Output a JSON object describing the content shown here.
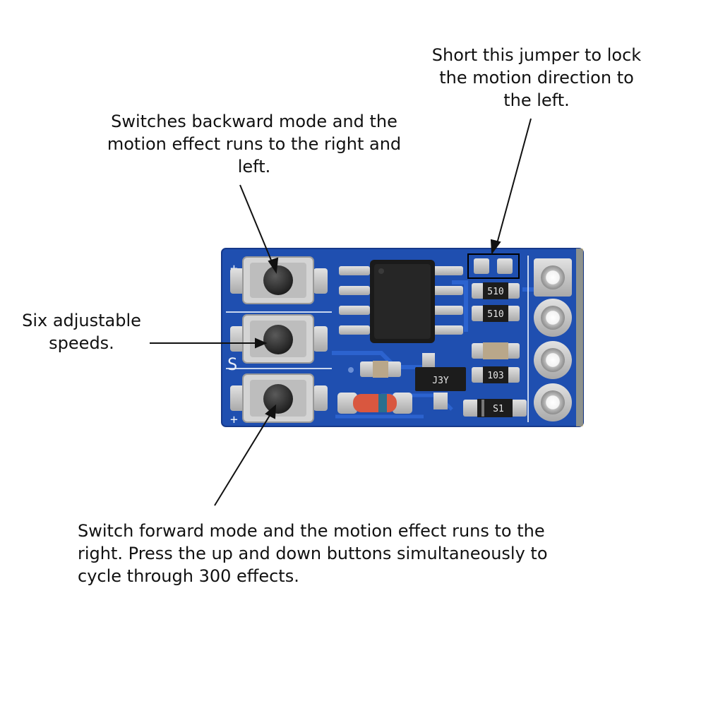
{
  "annotations": {
    "jumper": {
      "lines": [
        "Short this jumper to lock",
        "the motion direction to",
        "the left."
      ]
    },
    "backward": {
      "lines": [
        "Switches backward mode and the",
        "motion effect runs to the right and",
        "left."
      ]
    },
    "speeds": {
      "lines": [
        "Six adjustable",
        "speeds."
      ]
    },
    "forward": {
      "lines": [
        "Switch forward mode and the motion effect runs to the",
        "right. Press the up and down buttons simultaneously to",
        "cycle through 300 effects."
      ]
    }
  },
  "board": {
    "resistor_1": "510",
    "resistor_2": "510",
    "resistor_3": "103",
    "transistor": "J3Y",
    "diode": "S1",
    "silk_s": "S",
    "colors": {
      "pcb": "#1f4fb0",
      "ink": "#111111",
      "pad": "#c9c9c9",
      "chip": "#1a1a1a"
    }
  }
}
